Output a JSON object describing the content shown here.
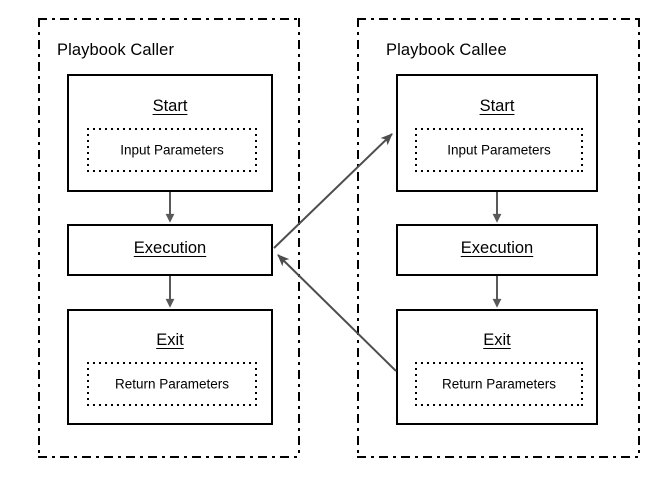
{
  "diagram": {
    "title_hidden": "",
    "lanes": [
      {
        "id": "caller",
        "label": "Playbook Caller",
        "nodes": [
          {
            "id": "caller-start",
            "label": "Start",
            "param": "Input Parameters"
          },
          {
            "id": "caller-execution",
            "label": "Execution",
            "param": null
          },
          {
            "id": "caller-exit",
            "label": "Exit",
            "param": "Return Parameters"
          }
        ]
      },
      {
        "id": "callee",
        "label": "Playbook Callee",
        "nodes": [
          {
            "id": "callee-start",
            "label": "Start",
            "param": "Input Parameters"
          },
          {
            "id": "callee-execution",
            "label": "Execution",
            "param": null
          },
          {
            "id": "callee-exit",
            "label": "Exit",
            "param": "Return Parameters"
          }
        ]
      }
    ],
    "connectors": [
      {
        "id": "caller-start-to-execution",
        "kind": "vertical",
        "from": "caller-start",
        "to": "caller-execution"
      },
      {
        "id": "caller-execution-to-exit",
        "kind": "vertical",
        "from": "caller-execution",
        "to": "caller-exit"
      },
      {
        "id": "callee-start-to-execution",
        "kind": "vertical",
        "from": "callee-start",
        "to": "callee-execution"
      },
      {
        "id": "callee-execution-to-exit",
        "kind": "vertical",
        "from": "callee-execution",
        "to": "callee-exit"
      },
      {
        "id": "call-arrow",
        "kind": "diagonal",
        "from": "caller-execution",
        "to": "callee-start"
      },
      {
        "id": "return-arrow",
        "kind": "diagonal",
        "from": "callee-exit",
        "to": "caller-execution"
      }
    ]
  },
  "colors": {
    "stroke": "#000000",
    "arrow": "#595959",
    "diagonal_arrow": "#4d4d4d",
    "background": "#ffffff"
  }
}
